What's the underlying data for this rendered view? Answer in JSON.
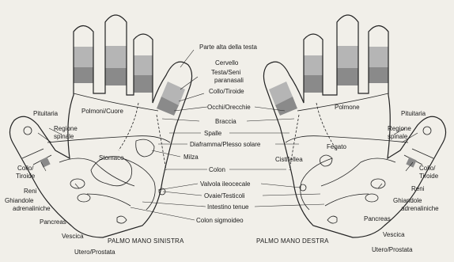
{
  "center_labels": [
    {
      "id": "parte-alta",
      "text": "Parte alta della testa"
    },
    {
      "id": "cervello",
      "text": "Cervello"
    },
    {
      "id": "testa-seni",
      "text": "Testa/Seni"
    },
    {
      "id": "paranasali",
      "text": "paranasali"
    },
    {
      "id": "collo-tiroide",
      "text": "Collo/Tiroide"
    },
    {
      "id": "occhi-orecchie",
      "text": "Occhi/Orecchie"
    },
    {
      "id": "braccia",
      "text": "Braccia"
    },
    {
      "id": "spalle",
      "text": "Spalle"
    },
    {
      "id": "diaframma",
      "text": "Diaframma/Plesso solare"
    },
    {
      "id": "milza",
      "text": "Milza"
    },
    {
      "id": "colon",
      "text": "Colon"
    },
    {
      "id": "valvola",
      "text": "Valvola ileocecale"
    },
    {
      "id": "ovaie",
      "text": "Ovaie/Testicoli"
    },
    {
      "id": "intestino",
      "text": "Intestino tenue"
    },
    {
      "id": "colon-sigm",
      "text": "Colon sigmoideo"
    }
  ],
  "left_hand": {
    "caption": "PALMO MANO SINISTRA",
    "labels": {
      "polmoni": "Polmoni/Cuore",
      "pituitaria": "Pituitaria",
      "regione1": "Regione",
      "regione2": "spinale",
      "collo1": "Collo/",
      "collo2": "Tiroide",
      "stomaco": "Stomaco",
      "reni": "Reni",
      "ghiandole1": "Ghiandole",
      "ghiandole2": "adrenaliniche",
      "pancreas": "Pancreas",
      "vescica": "Vescica",
      "utero": "Utero/Prostata"
    }
  },
  "right_hand": {
    "caption": "PALMO MANO DESTRA",
    "labels": {
      "polmone": "Polmone",
      "pituitaria": "Pituitaria",
      "regione1": "Regione",
      "regione2": "spinale",
      "fegato": "Fegato",
      "cistifellea": "Cistifellea",
      "collo1": "Collo/",
      "collo2": "Tiroide",
      "reni": "Reni",
      "ghiandole1": "Ghiandole",
      "ghiandole2": "adrenaliniche",
      "pancreas": "Pancreas",
      "vescica": "Vescica",
      "utero": "Utero/Prostata"
    }
  },
  "colors": {
    "paper": "#f1efe9",
    "ink": "#222222",
    "shade_light": "#b5b5b5",
    "shade_dark": "#8a8a8a"
  }
}
